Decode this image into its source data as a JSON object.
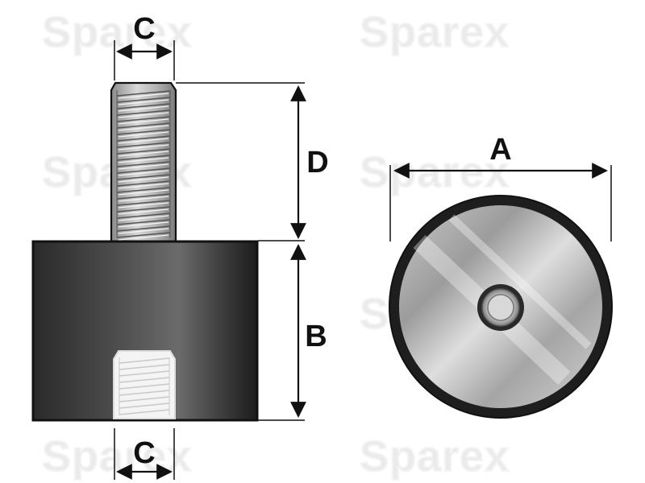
{
  "watermark": {
    "text": "Sparex"
  },
  "dimensions": {
    "a": "A",
    "b": "B",
    "c_top": "C",
    "c_bottom": "C",
    "d": "D"
  },
  "colors": {
    "rubber_dark": "#1b1b1b",
    "rubber_mid": "#5a5a5a",
    "metal_light": "#e6e6e6",
    "metal_mid": "#a9a9a9",
    "outline": "#111111"
  }
}
